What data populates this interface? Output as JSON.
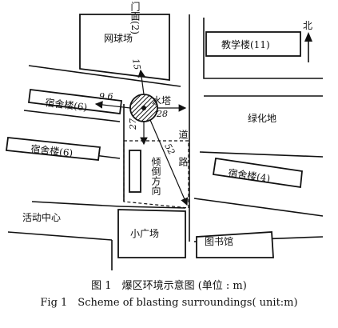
{
  "diagram": {
    "labels": {
      "tennis_court": "网球场",
      "teaching_building": "教学楼(11)",
      "north": "北",
      "dorm_1": "宿舍楼(6)",
      "dorm_2": "宿舍楼(6)",
      "dorm_3": "宿舍楼(4)",
      "water_tower": "水塔",
      "green_area": "绿化地",
      "road": "道路",
      "gate_facade": "门面(2)",
      "topple_direction": "倾倒方向",
      "activity_center": "活动中心",
      "small_square": "小广场",
      "library": "图书馆"
    },
    "distances": {
      "to_tennis": "15",
      "to_dorm": "9.6",
      "to_road": "28",
      "to_gate": "27",
      "topple_length": "52"
    }
  },
  "caption": {
    "chinese": "图 1　爆区环境示意图 (单位 : m)",
    "english": "Fig 1　Scheme of blasting surroundings( unit:m)"
  }
}
